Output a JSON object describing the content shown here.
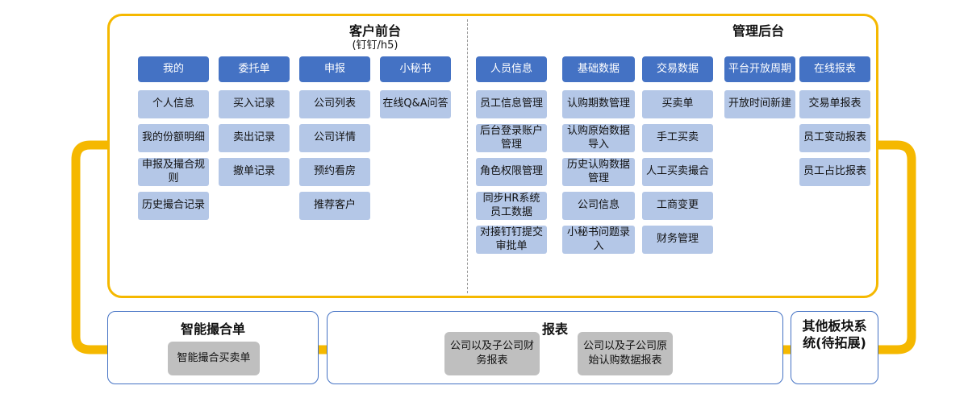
{
  "client": {
    "title": "客户前台",
    "subtitle": "(钉钉/h5)",
    "columns": [
      {
        "header": "我的",
        "items": [
          "个人信息",
          "我的份额明细",
          "申报及撮合规则",
          "历史撮合记录"
        ]
      },
      {
        "header": "委托单",
        "items": [
          "买入记录",
          "卖出记录",
          "撤单记录"
        ]
      },
      {
        "header": "申报",
        "items": [
          "公司列表",
          "公司详情",
          "预约看房",
          "推荐客户"
        ]
      },
      {
        "header": "小秘书",
        "items": [
          "在线Q&A问答"
        ]
      }
    ]
  },
  "admin": {
    "title": "管理后台",
    "columns": [
      {
        "header": "人员信息",
        "items": [
          "员工信息管理",
          "后台登录账户管理",
          "角色权限管理",
          "同步HR系统员工数据",
          "对接钉钉提交审批单"
        ]
      },
      {
        "header": "基础数据",
        "items": [
          "认购期数管理",
          "认购原始数据导入",
          "历史认购数据管理",
          "公司信息",
          "小秘书问题录入"
        ]
      },
      {
        "header": "交易数据",
        "items": [
          "买卖单",
          "手工买卖",
          "人工买卖撮合",
          "工商变更",
          "财务管理"
        ]
      },
      {
        "header": "平台开放周期",
        "items": [
          "开放时间新建"
        ]
      },
      {
        "header": "在线报表",
        "items": [
          "交易单报表",
          "员工变动报表",
          "员工占比报表"
        ]
      }
    ]
  },
  "bottom": {
    "matching": {
      "title": "智能撮合单",
      "items": [
        "智能撮合买卖单"
      ]
    },
    "reports": {
      "title": "报表",
      "items": [
        "公司以及子公司财务报表",
        "公司以及子公司原始认购数据报表"
      ]
    },
    "other": {
      "title": "其他板块系统(待拓展)"
    }
  },
  "colors": {
    "frame": "#F5B800",
    "header": "#4472C4",
    "item": "#B4C7E7",
    "gray": "#BFBFBF",
    "border": "#4472C4"
  }
}
